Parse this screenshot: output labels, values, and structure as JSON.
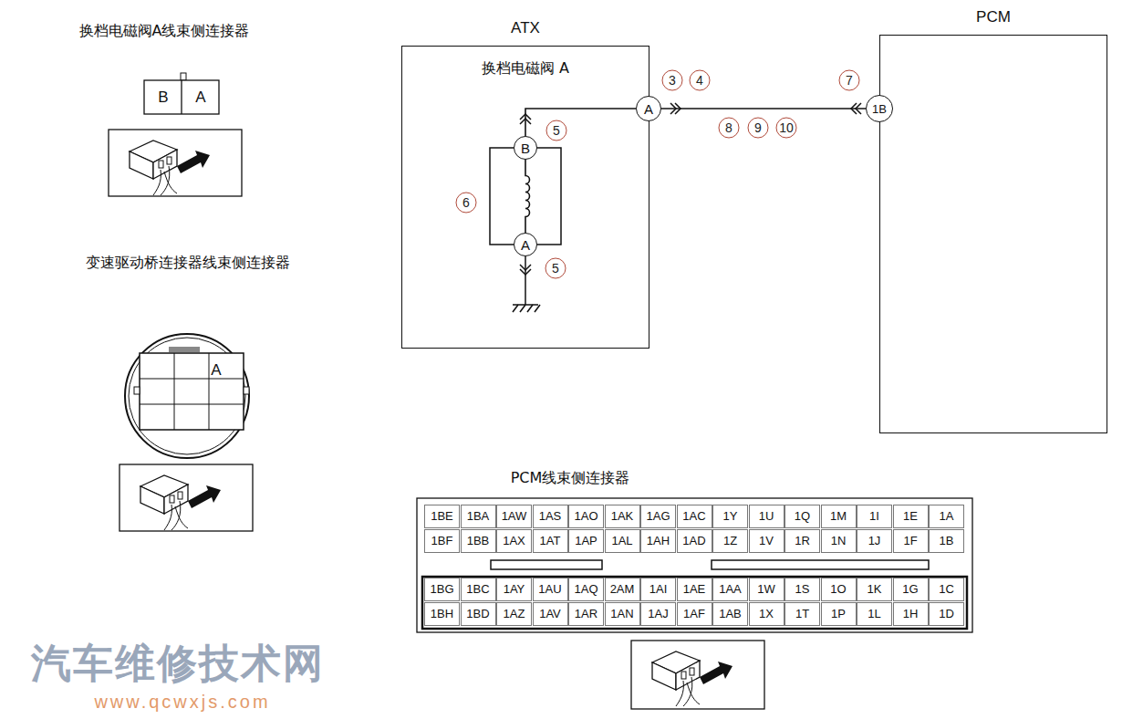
{
  "diagram": {
    "nodes": [
      {
        "text": [
          "ATX",
          "换档电磁阀 A"
        ]
      },
      {
        "text": [
          "A"
        ],
        "in": 0
      },
      {
        "text": [
          "B"
        ],
        "in": 0
      },
      {
        "text": [
          "A"
        ],
        "in": 0
      },
      {
        "text": [
          "PCM"
        ]
      },
      {
        "text": [
          "1B"
        ],
        "in": 4
      }
    ],
    "edges": [
      {
        "from": 1,
        "to": 5,
        "arrow": "none"
      },
      {
        "from": 2,
        "to": 1,
        "arrow": "none"
      },
      {
        "from": 2,
        "to": 3,
        "arrow": "none"
      }
    ],
    "labels": [
      "换档电磁阀A线束侧连接器",
      "B",
      "A",
      "变速驱动桥连接器线束侧连接器",
      "A",
      "PCM线束侧连接器",
      "1BE",
      "1BA",
      "1AW",
      "1AS",
      "1AO",
      "1AK",
      "1AG",
      "1AC",
      "1Y",
      "1U",
      "1Q",
      "1M",
      "1I",
      "1E",
      "1A",
      "1BF",
      "1BB",
      "1AX",
      "1AT",
      "1AP",
      "1AL",
      "1AH",
      "1AD",
      "1Z",
      "1V",
      "1R",
      "1N",
      "1J",
      "1F",
      "1B",
      "1BG",
      "1BC",
      "1AY",
      "1AU",
      "1AQ",
      "2AM",
      "1AI",
      "1AE",
      "1AA",
      "1W",
      "1S",
      "1O",
      "1K",
      "1G",
      "1C",
      "1BH",
      "1BD",
      "1AZ",
      "1AV",
      "1AR",
      "1AN",
      "1AJ",
      "1AF",
      "1AB",
      "1X",
      "1T",
      "1P",
      "1L",
      "1H",
      "1D",
      "3",
      "4",
      "5",
      "6",
      "5",
      "7",
      "8",
      "9",
      "10",
      "汽车维修技术网",
      "www.qcwxjs.com"
    ]
  }
}
